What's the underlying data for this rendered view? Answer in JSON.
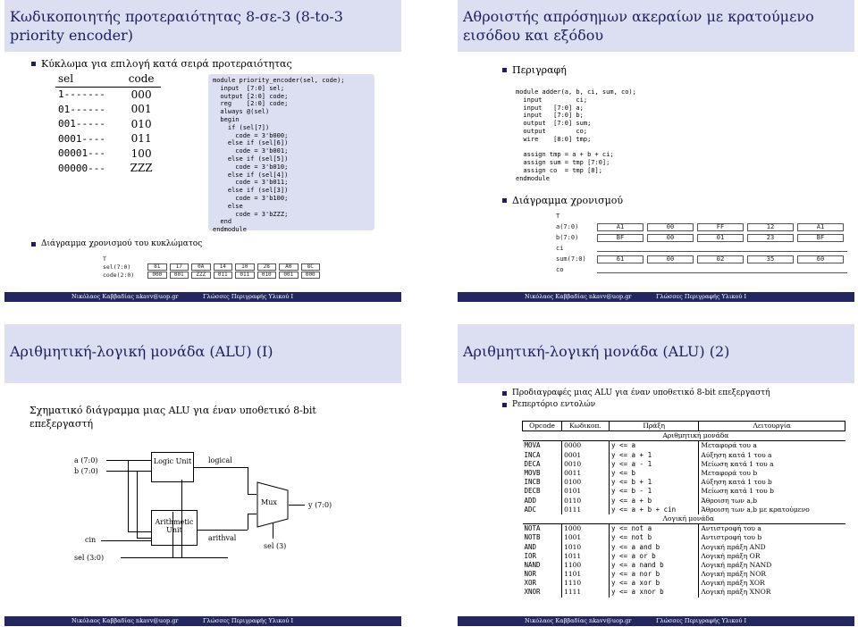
{
  "footer": {
    "author": "Νικόλαος Καββαδίας nkavv@uop.gr",
    "course": "Γλώσσες Περιγραφής Υλικού Ι"
  },
  "slide1": {
    "title": "Κωδικοποιητής προτεραιότητας 8-σε-3 (8-to-3 priority encoder)",
    "bullet1": "Κύκλωμα για επιλογή κατά σειρά προτεραιότητας",
    "bullet2": "Διάγραμμα χρονισμού του κυκλώματος",
    "table": {
      "headers": [
        "sel",
        "code"
      ],
      "rows": [
        [
          "1-------",
          "000"
        ],
        [
          "01------",
          "001"
        ],
        [
          "001-----",
          "010"
        ],
        [
          "0001----",
          "011"
        ],
        [
          "00001---",
          "100"
        ],
        [
          "00000---",
          "ZZZ"
        ]
      ]
    },
    "code": [
      "module priority_encoder(sel, code);",
      "  input  [7:0] sel;",
      "  output [2:0] code;",
      "  reg    [2:0] code;",
      "  always @(sel)",
      "  begin",
      "    if (sel[7])",
      "      code = 3'b000;",
      "    else if (sel[6])",
      "      code = 3'b001;",
      "    else if (sel[5])",
      "      code = 3'b010;",
      "    else if (sel[4])",
      "      code = 3'b011;",
      "    else if (sel[3])",
      "      code = 3'b100;",
      "    else",
      "      code = 3'bZZZ;",
      "  end",
      "endmodule"
    ],
    "timing": {
      "labels": [
        "T",
        "sel(7:0)",
        "code(2:0)"
      ],
      "sel": [
        "81",
        "17",
        "0A",
        "14",
        "10",
        "28",
        "A0",
        "8C"
      ],
      "code": [
        "000",
        "001",
        "ZZZ",
        "011",
        "011",
        "010",
        "001",
        "000"
      ]
    }
  },
  "slide2": {
    "title": "Αθροιστής απρόσημων ακεραίων με κρατούμενο εισόδου και εξόδου",
    "bullet1": "Περιγραφή",
    "bullet2": "Διάγραμμα χρονισμού",
    "code": [
      "module adder(a, b, ci, sum, co);",
      "  input         ci;",
      "  input   [7:0] a;",
      "  input   [7:0] b;",
      "  output  [7:0] sum;",
      "  output        co;",
      "  wire    [8:0] tmp;",
      "",
      "  assign tmp = a + b + ci;",
      "  assign sum = tmp [7:0];",
      "  assign co  = tmp [8];",
      "endmodule"
    ],
    "timing": {
      "labels": [
        "T",
        "a(7:0)",
        "b(7:0)",
        "ci",
        "sum(7:0)",
        "co"
      ],
      "a": [
        "A1",
        "00",
        "FF",
        "12",
        "A1"
      ],
      "b": [
        "BF",
        "00",
        "01",
        "23",
        "BF"
      ],
      "sum": [
        "61",
        "00",
        "02",
        "35",
        "60"
      ]
    }
  },
  "slide3": {
    "title": "Αριθμητική-λογική μονάδα (ALU) (I)",
    "caption": "Σχηματικό διάγραμμα μιας ALU για έναν υποθετικό 8-bit επεξεργαστή",
    "diagram": {
      "a": "a (7:0)",
      "b": "b (7:0)",
      "cin": "cin",
      "sel": "sel (3:0)",
      "logic": "Logic Unit",
      "arith": "Arithmetic Unit",
      "logical": "logical",
      "arithval": "arithval",
      "mux": "Mux",
      "y": "y (7:0)",
      "sel3": "sel (3)"
    }
  },
  "slide4": {
    "title": "Αριθμητική-λογική μονάδα (ALU) (2)",
    "bullet1": "Προδιαγραφές μιας ALU για έναν υποθετικό 8-bit επεξεργαστή",
    "bullet2": "Ρεπερτόριο εντολών",
    "headers": [
      "Opcode",
      "Κωδικοπ.",
      "Πράξη",
      "Λειτουργία"
    ],
    "sec1": "Αριθμητική μονάδα",
    "sec2": "Λογική μονάδα",
    "arith": [
      [
        "MOVA",
        "0000",
        "y <= a",
        "Μεταφορά του a"
      ],
      [
        "INCA",
        "0001",
        "y <= a + 1",
        "Αύξηση κατά 1 του a"
      ],
      [
        "DECA",
        "0010",
        "y <= a - 1",
        "Μείωση κατά 1 του a"
      ],
      [
        "MOVB",
        "0011",
        "y <= b",
        "Μεταφορά του b"
      ],
      [
        "INCB",
        "0100",
        "y <= b + 1",
        "Αύξηση κατά 1 του b"
      ],
      [
        "DECB",
        "0101",
        "y <= b - 1",
        "Μείωση κατά 1 του b"
      ],
      [
        "ADD",
        "0110",
        "y <= a + b",
        "Άθροιση των a,b"
      ],
      [
        "ADC",
        "0111",
        "y <= a + b + cin",
        "Άθροιση των a,b με κρατούμενο"
      ]
    ],
    "logic": [
      [
        "NOTA",
        "1000",
        "y <= not a",
        "Αντιστροφή του a"
      ],
      [
        "NOTB",
        "1001",
        "y <= not b",
        "Αντιστροφή του b"
      ],
      [
        "AND",
        "1010",
        "y <= a and b",
        "Λογική πράξη AND"
      ],
      [
        "IOR",
        "1011",
        "y <= a or b",
        "Λογική πράξη OR"
      ],
      [
        "NAND",
        "1100",
        "y <= a nand b",
        "Λογική πράξη NAND"
      ],
      [
        "NOR",
        "1101",
        "y <= a nor b",
        "Λογική πράξη NOR"
      ],
      [
        "XOR",
        "1110",
        "y <= a xor b",
        "Λογική πράξη XOR"
      ],
      [
        "XNOR",
        "1111",
        "y <= a xnor b",
        "Λογική πράξη XNOR"
      ]
    ]
  }
}
